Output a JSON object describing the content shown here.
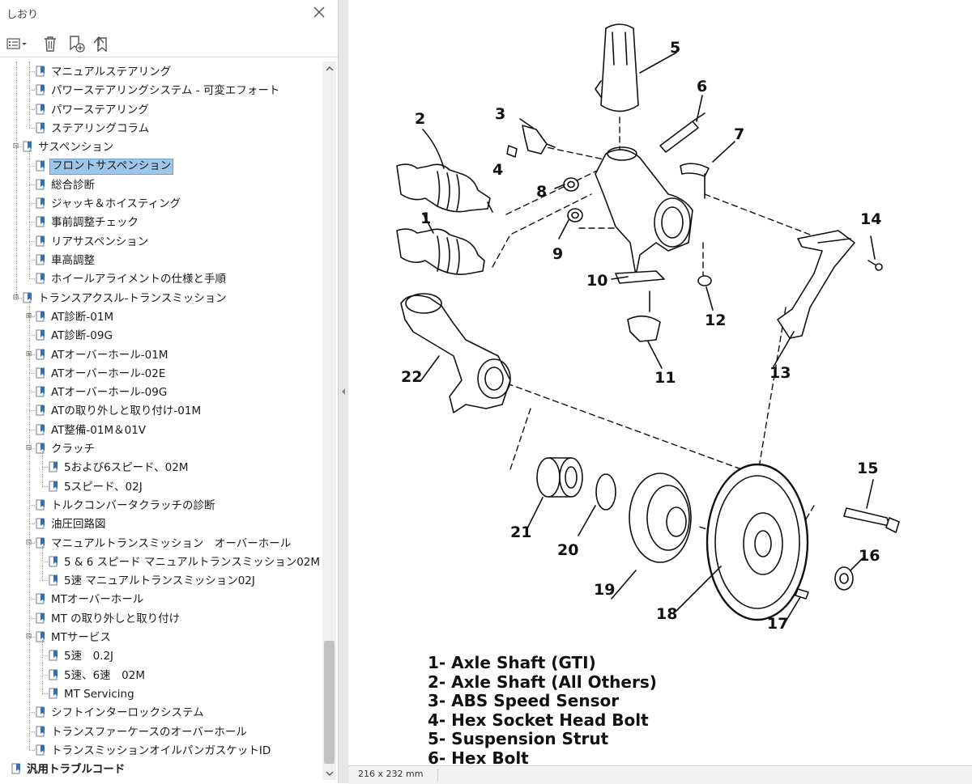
{
  "sidebar": {
    "title": "しおり",
    "items": [
      {
        "label": "マニュアルステアリング",
        "level": 2
      },
      {
        "label": "パワーステアリングシステム - 可変エフォート",
        "level": 2
      },
      {
        "label": "パワーステアリング",
        "level": 2
      },
      {
        "label": "ステアリングコラム",
        "level": 2
      },
      {
        "label": "サスペンション",
        "level": 1,
        "expanded": true
      },
      {
        "label": "フロントサスペンション",
        "level": 2,
        "selected": true
      },
      {
        "label": "総合診断",
        "level": 2
      },
      {
        "label": "ジャッキ＆ホイスティング",
        "level": 2
      },
      {
        "label": "事前調整チェック",
        "level": 2
      },
      {
        "label": "リアサスペンション",
        "level": 2
      },
      {
        "label": "車高調整",
        "level": 2
      },
      {
        "label": "ホイールアライメントの仕様と手順",
        "level": 2
      },
      {
        "label": "トランスアクスル-トランスミッション",
        "level": 1,
        "expanded": true
      },
      {
        "label": "AT診断-01M",
        "level": 2,
        "collapsed": true
      },
      {
        "label": "AT診断-09G",
        "level": 2
      },
      {
        "label": "ATオーバーホール-01M",
        "level": 2,
        "collapsed": true
      },
      {
        "label": "ATオーバーホール-02E",
        "level": 2
      },
      {
        "label": "ATオーバーホール-09G",
        "level": 2
      },
      {
        "label": "ATの取り外しと取り付け-01M",
        "level": 2
      },
      {
        "label": "AT整備-01M＆01V",
        "level": 2
      },
      {
        "label": "クラッチ",
        "level": 2,
        "expanded": true
      },
      {
        "label": "5および6スピード、02M",
        "level": 3
      },
      {
        "label": "5スピード、02J",
        "level": 3
      },
      {
        "label": "トルクコンバータクラッチの診断",
        "level": 2
      },
      {
        "label": "油圧回路図",
        "level": 2
      },
      {
        "label": "マニュアルトランスミッション　オーバーホール",
        "level": 2,
        "expanded": true
      },
      {
        "label": "5 & 6 スピード マニュアルトランスミッション02M",
        "level": 3
      },
      {
        "label": "5速 マニュアルトランスミッション02J",
        "level": 3
      },
      {
        "label": "MTオーバーホール",
        "level": 2
      },
      {
        "label": "MT の取り外しと取り付け",
        "level": 2
      },
      {
        "label": "MTサービス",
        "level": 2,
        "expanded": true
      },
      {
        "label": "5速　0.2J",
        "level": 3
      },
      {
        "label": "5速、6速　02M",
        "level": 3
      },
      {
        "label": "MT Servicing",
        "level": 3
      },
      {
        "label": "シフトインターロックシステム",
        "level": 2
      },
      {
        "label": "トランスファーケースのオーバーホール",
        "level": 2
      },
      {
        "label": "トランスミッションオイルパンガスケットID",
        "level": 2
      },
      {
        "label": "汎用トラブルコード",
        "level": 0,
        "bold": true
      }
    ]
  },
  "diagram": {
    "part_numbers": [
      "1",
      "2",
      "3",
      "4",
      "5",
      "6",
      "7",
      "8",
      "9",
      "10",
      "11",
      "12",
      "13",
      "14",
      "15",
      "16",
      "17",
      "18",
      "19",
      "20",
      "21",
      "22"
    ],
    "legend": [
      "1- Axle Shaft (GTI)",
      "2- Axle Shaft (All Others)",
      "3- ABS Speed Sensor",
      "4- Hex Socket Head Bolt",
      "5- Suspension Strut",
      "6- Hex Bolt"
    ]
  },
  "statusbar": {
    "page_size": "216 x 232 mm"
  },
  "colors": {
    "selection": "#9ec6e8",
    "selection_border": "#6aa0cf",
    "bookmark_icon": "#3a6ea5"
  },
  "icons": [
    "close-icon",
    "options-icon",
    "delete-icon",
    "new-bookmark-icon",
    "expand-bookmark-icon",
    "bookmark-icon",
    "scroll-up-icon",
    "scroll-down-icon",
    "collapse-panel-icon"
  ]
}
